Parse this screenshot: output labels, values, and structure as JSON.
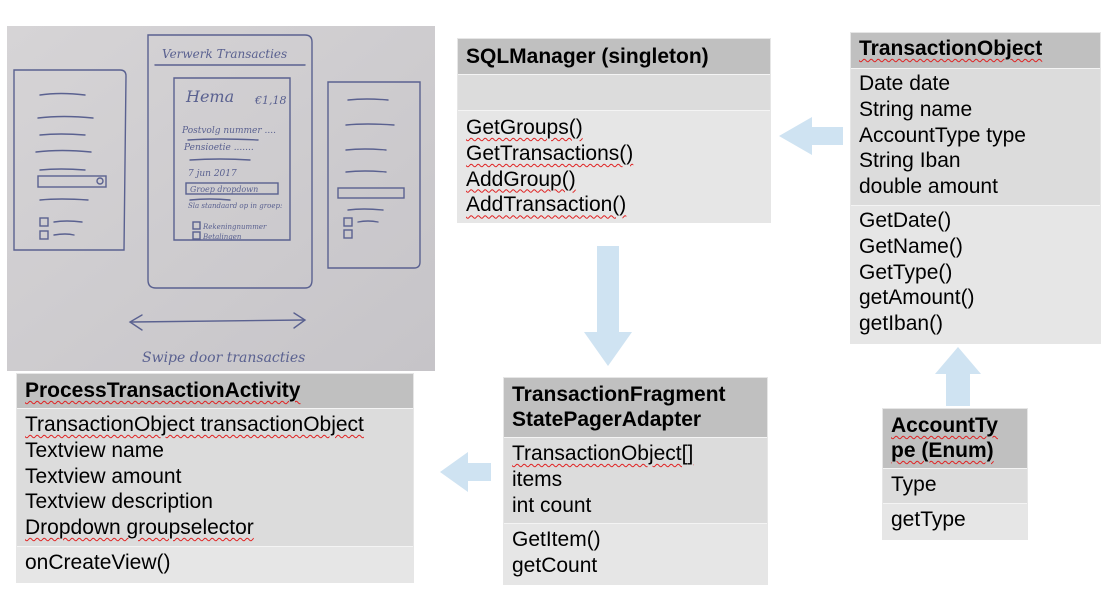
{
  "sketch": {
    "title": "Verwerk Transacties",
    "card_name": "Hema",
    "card_amount": "€1,18",
    "line1": "Postvolg nummer ....",
    "line2": "Pensioetie .......",
    "date": "7 jun 2017",
    "dropdown": "Groep dropdown",
    "note": "Sla standaard op in groep:",
    "check1": "Rekeningnummer",
    "check2": "Betalingen",
    "caption": "Swipe door transacties"
  },
  "sql_manager": {
    "title": "SQLManager (singleton)",
    "methods": [
      "GetGroups()",
      "GetTransactions()",
      "AddGroup()",
      "AddTransaction()"
    ]
  },
  "transaction_object": {
    "title": "TransactionObject",
    "attributes": [
      "Date date",
      "String name",
      "AccountType type",
      "String Iban",
      "double amount"
    ],
    "methods": [
      "GetDate()",
      "GetName()",
      "GetType()",
      "getAmount()",
      "getIban()"
    ]
  },
  "process_activity": {
    "title": "ProcessTransactionActivity",
    "attributes": [
      "TransactionObject transactionObject",
      "Textview name",
      "Textview amount",
      "Textview description",
      "Dropdown groupselector"
    ],
    "methods": [
      "onCreateView()"
    ]
  },
  "pager_adapter": {
    "title_line1": "TransactionFragment",
    "title_line2": "StatePagerAdapter",
    "attributes": [
      "TransactionObject[]",
      "items",
      "int count"
    ],
    "methods": [
      "GetItem()",
      "getCount"
    ]
  },
  "account_type": {
    "title_line1": "AccountTy",
    "title_line2": "pe (Enum)",
    "attributes": [
      "Type"
    ],
    "methods": [
      "getType"
    ]
  },
  "colors": {
    "arrow": "#cfe3f2",
    "header": "#c0c0c0",
    "attributes": "#dcdcdc",
    "methods": "#e6e6e6"
  }
}
